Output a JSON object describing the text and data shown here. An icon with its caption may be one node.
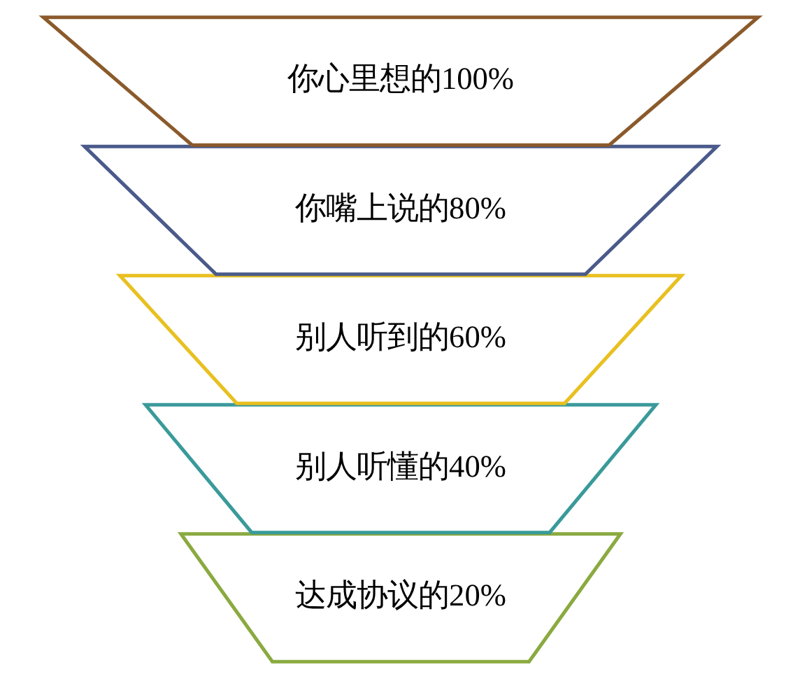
{
  "diagram": {
    "nodes": [
      {
        "text": [
          "你心里想的100%"
        ]
      },
      {
        "text": [
          "你嘴上说的80%"
        ]
      },
      {
        "text": [
          "别人听到的60%"
        ]
      },
      {
        "text": [
          "别人听懂的40%"
        ]
      },
      {
        "text": [
          "达成协议的20%"
        ]
      }
    ]
  }
}
